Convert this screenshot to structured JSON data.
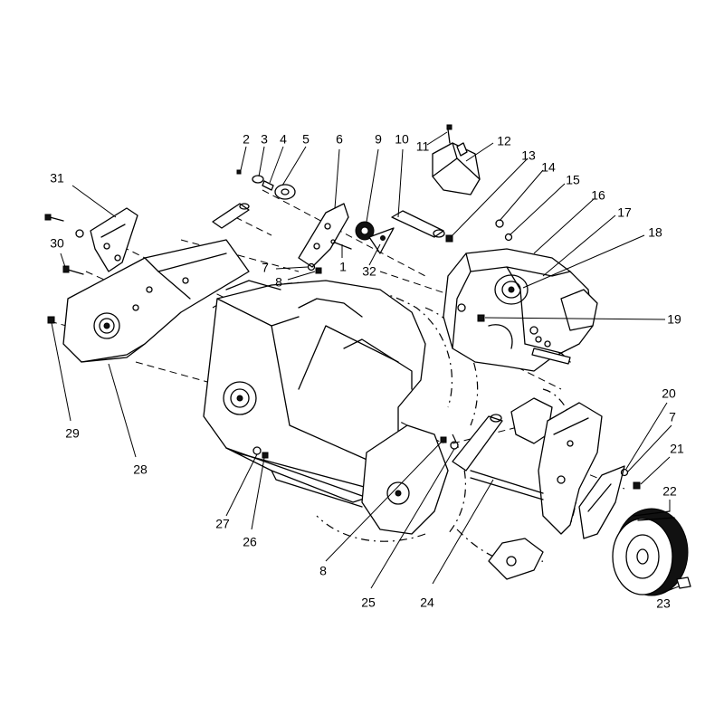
{
  "diagram": {
    "callouts": [
      {
        "id": "2",
        "text": "2"
      },
      {
        "id": "3",
        "text": "3"
      },
      {
        "id": "4",
        "text": "4"
      },
      {
        "id": "5",
        "text": "5"
      },
      {
        "id": "6",
        "text": "6"
      },
      {
        "id": "9",
        "text": "9"
      },
      {
        "id": "10",
        "text": "10"
      },
      {
        "id": "11",
        "text": "11"
      },
      {
        "id": "12",
        "text": "12"
      },
      {
        "id": "13",
        "text": "13"
      },
      {
        "id": "14",
        "text": "14"
      },
      {
        "id": "15",
        "text": "15"
      },
      {
        "id": "16",
        "text": "16"
      },
      {
        "id": "17",
        "text": "17"
      },
      {
        "id": "18",
        "text": "18"
      },
      {
        "id": "31",
        "text": "31"
      },
      {
        "id": "30",
        "text": "30"
      },
      {
        "id": "7a",
        "text": "7"
      },
      {
        "id": "8a",
        "text": "8"
      },
      {
        "id": "1",
        "text": "1"
      },
      {
        "id": "32",
        "text": "32"
      },
      {
        "id": "19",
        "text": "19"
      },
      {
        "id": "20",
        "text": "20"
      },
      {
        "id": "7b",
        "text": "7"
      },
      {
        "id": "21",
        "text": "21"
      },
      {
        "id": "22",
        "text": "22"
      },
      {
        "id": "29",
        "text": "29"
      },
      {
        "id": "28",
        "text": "28"
      },
      {
        "id": "27",
        "text": "27"
      },
      {
        "id": "26",
        "text": "26"
      },
      {
        "id": "8b",
        "text": "8"
      },
      {
        "id": "25",
        "text": "25"
      },
      {
        "id": "24",
        "text": "24"
      },
      {
        "id": "23",
        "text": "23"
      }
    ]
  }
}
